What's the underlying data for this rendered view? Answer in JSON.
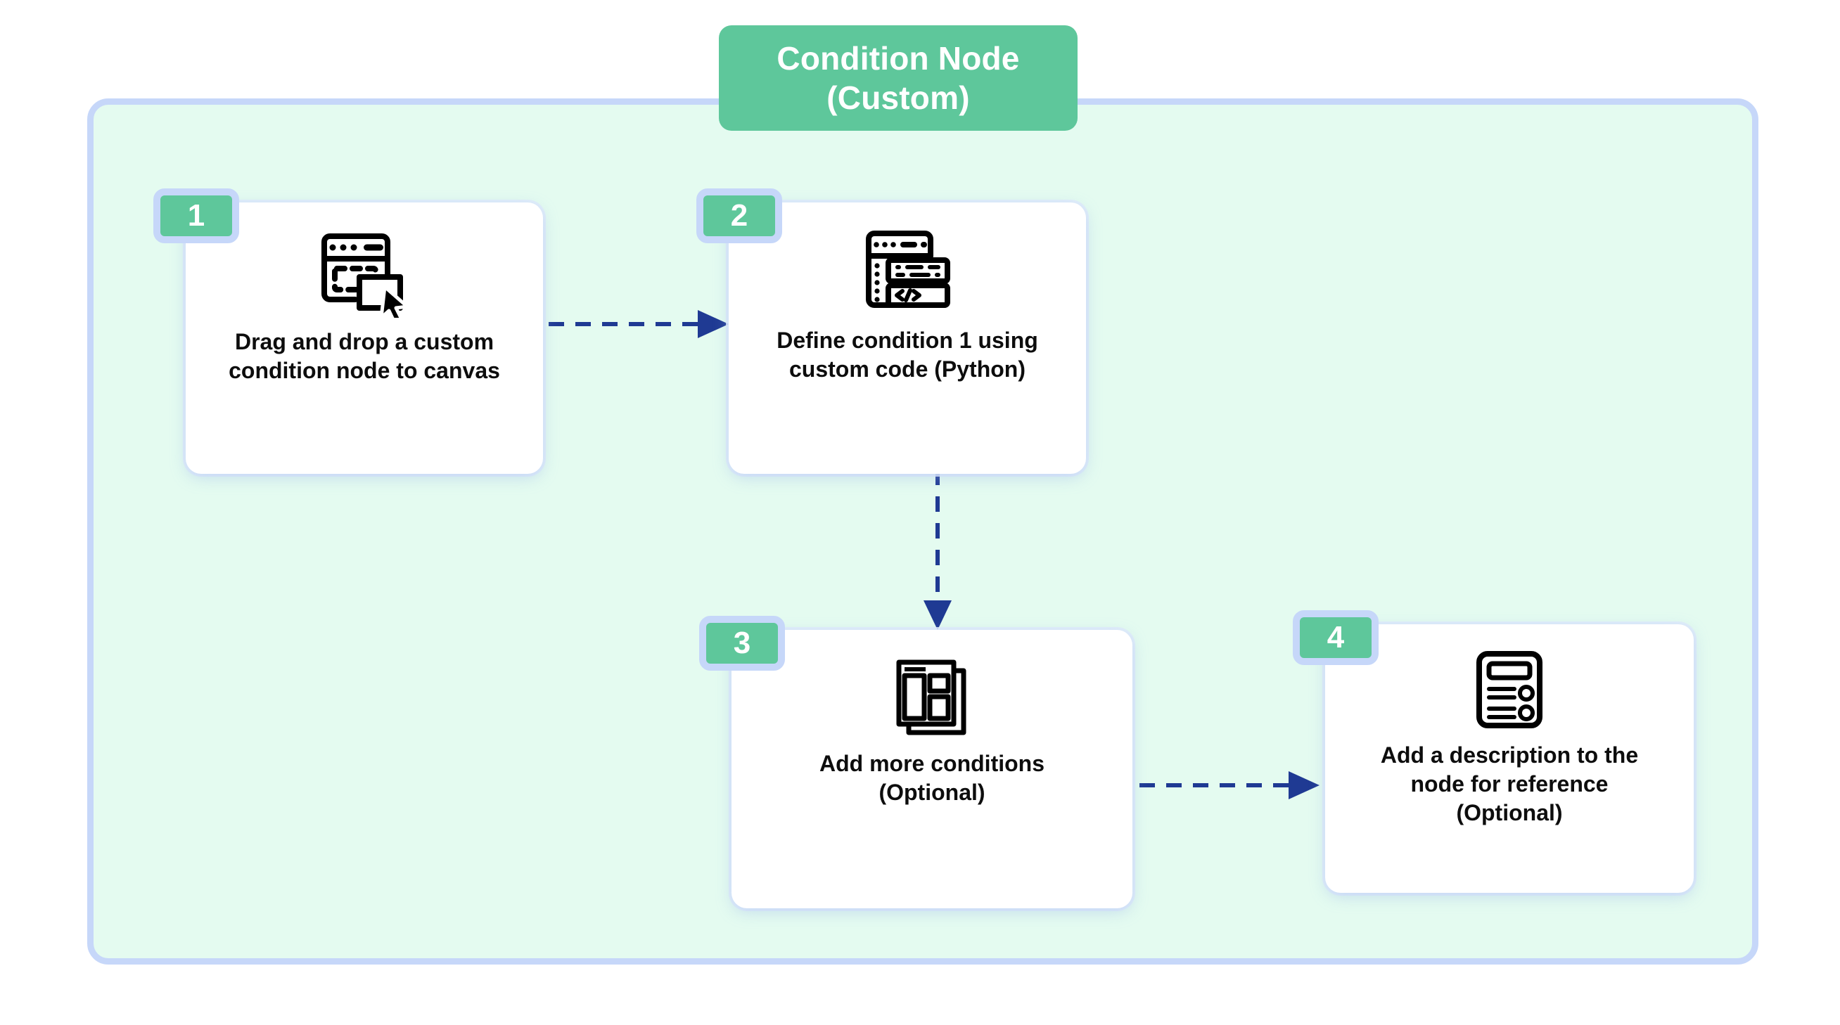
{
  "diagram": {
    "title": "Condition Node\n(Custom)",
    "title_line1": "Condition Node",
    "title_line2": "(Custom)",
    "colors": {
      "accent_green": "#5ec79b",
      "panel_border": "#c6d7f9",
      "panel_fill": "#e4fbf0",
      "arrow": "#1f3a93",
      "card_bg": "#ffffff",
      "text": "#0d0d0d"
    },
    "steps": [
      {
        "number": "1",
        "label": "Drag and drop a custom\ncondition node to canvas",
        "icon": "drag-drop-canvas-icon"
      },
      {
        "number": "2",
        "label": "Define condition 1 using\ncustom code (Python)",
        "icon": "code-editor-icon"
      },
      {
        "number": "3",
        "label": "Add more conditions\n(Optional)",
        "icon": "stacked-layouts-icon"
      },
      {
        "number": "4",
        "label": "Add a description to the\nnode for reference\n(Optional)",
        "icon": "description-form-icon"
      }
    ],
    "connectors": [
      {
        "name": "step1-to-step2",
        "direction": "right",
        "style": "dashed"
      },
      {
        "name": "step2-to-step3",
        "direction": "down",
        "style": "dashed"
      },
      {
        "name": "step3-to-step4",
        "direction": "right",
        "style": "dashed"
      }
    ]
  }
}
